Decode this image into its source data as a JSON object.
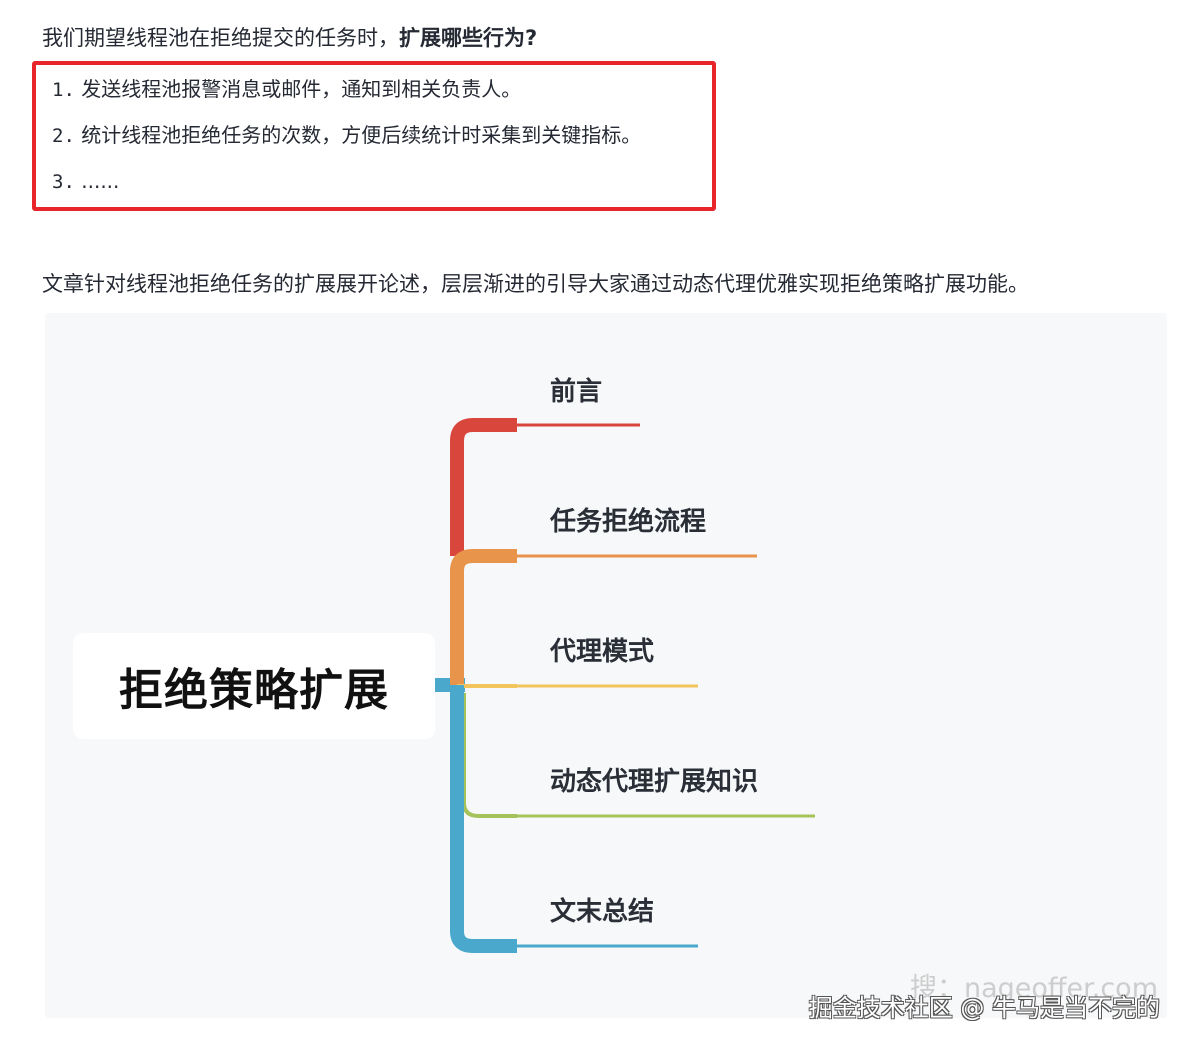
{
  "intro": {
    "prefix": "我们期望线程池在拒绝提交的任务时，",
    "bold": "扩展哪些行为?"
  },
  "list": [
    {
      "num": "1.",
      "text": "发送线程池报警消息或邮件，通知到相关负责人。"
    },
    {
      "num": "2.",
      "text": "统计线程池拒绝任务的次数，方便后续统计时采集到关键指标。"
    },
    {
      "num": "3.",
      "text": "......"
    }
  ],
  "summary": "文章针对线程池拒绝任务的扩展展开论述，层层渐进的引导大家通过动态代理优雅实现拒绝策略扩展功能。",
  "mindmap": {
    "root": "拒绝策略扩展",
    "branches": [
      {
        "label": "前言",
        "color": "#d9473c"
      },
      {
        "label": "任务拒绝流程",
        "color": "#e8944a"
      },
      {
        "label": "代理模式",
        "color": "#f2c55c"
      },
      {
        "label": "动态代理扩展知识",
        "color": "#a4c35a"
      },
      {
        "label": "文末总结",
        "color": "#4aa8cc"
      }
    ]
  },
  "watermarks": {
    "search": "搜：nageoffer.com",
    "credit": "掘金技术社区 @ 牛马是当不完的"
  }
}
